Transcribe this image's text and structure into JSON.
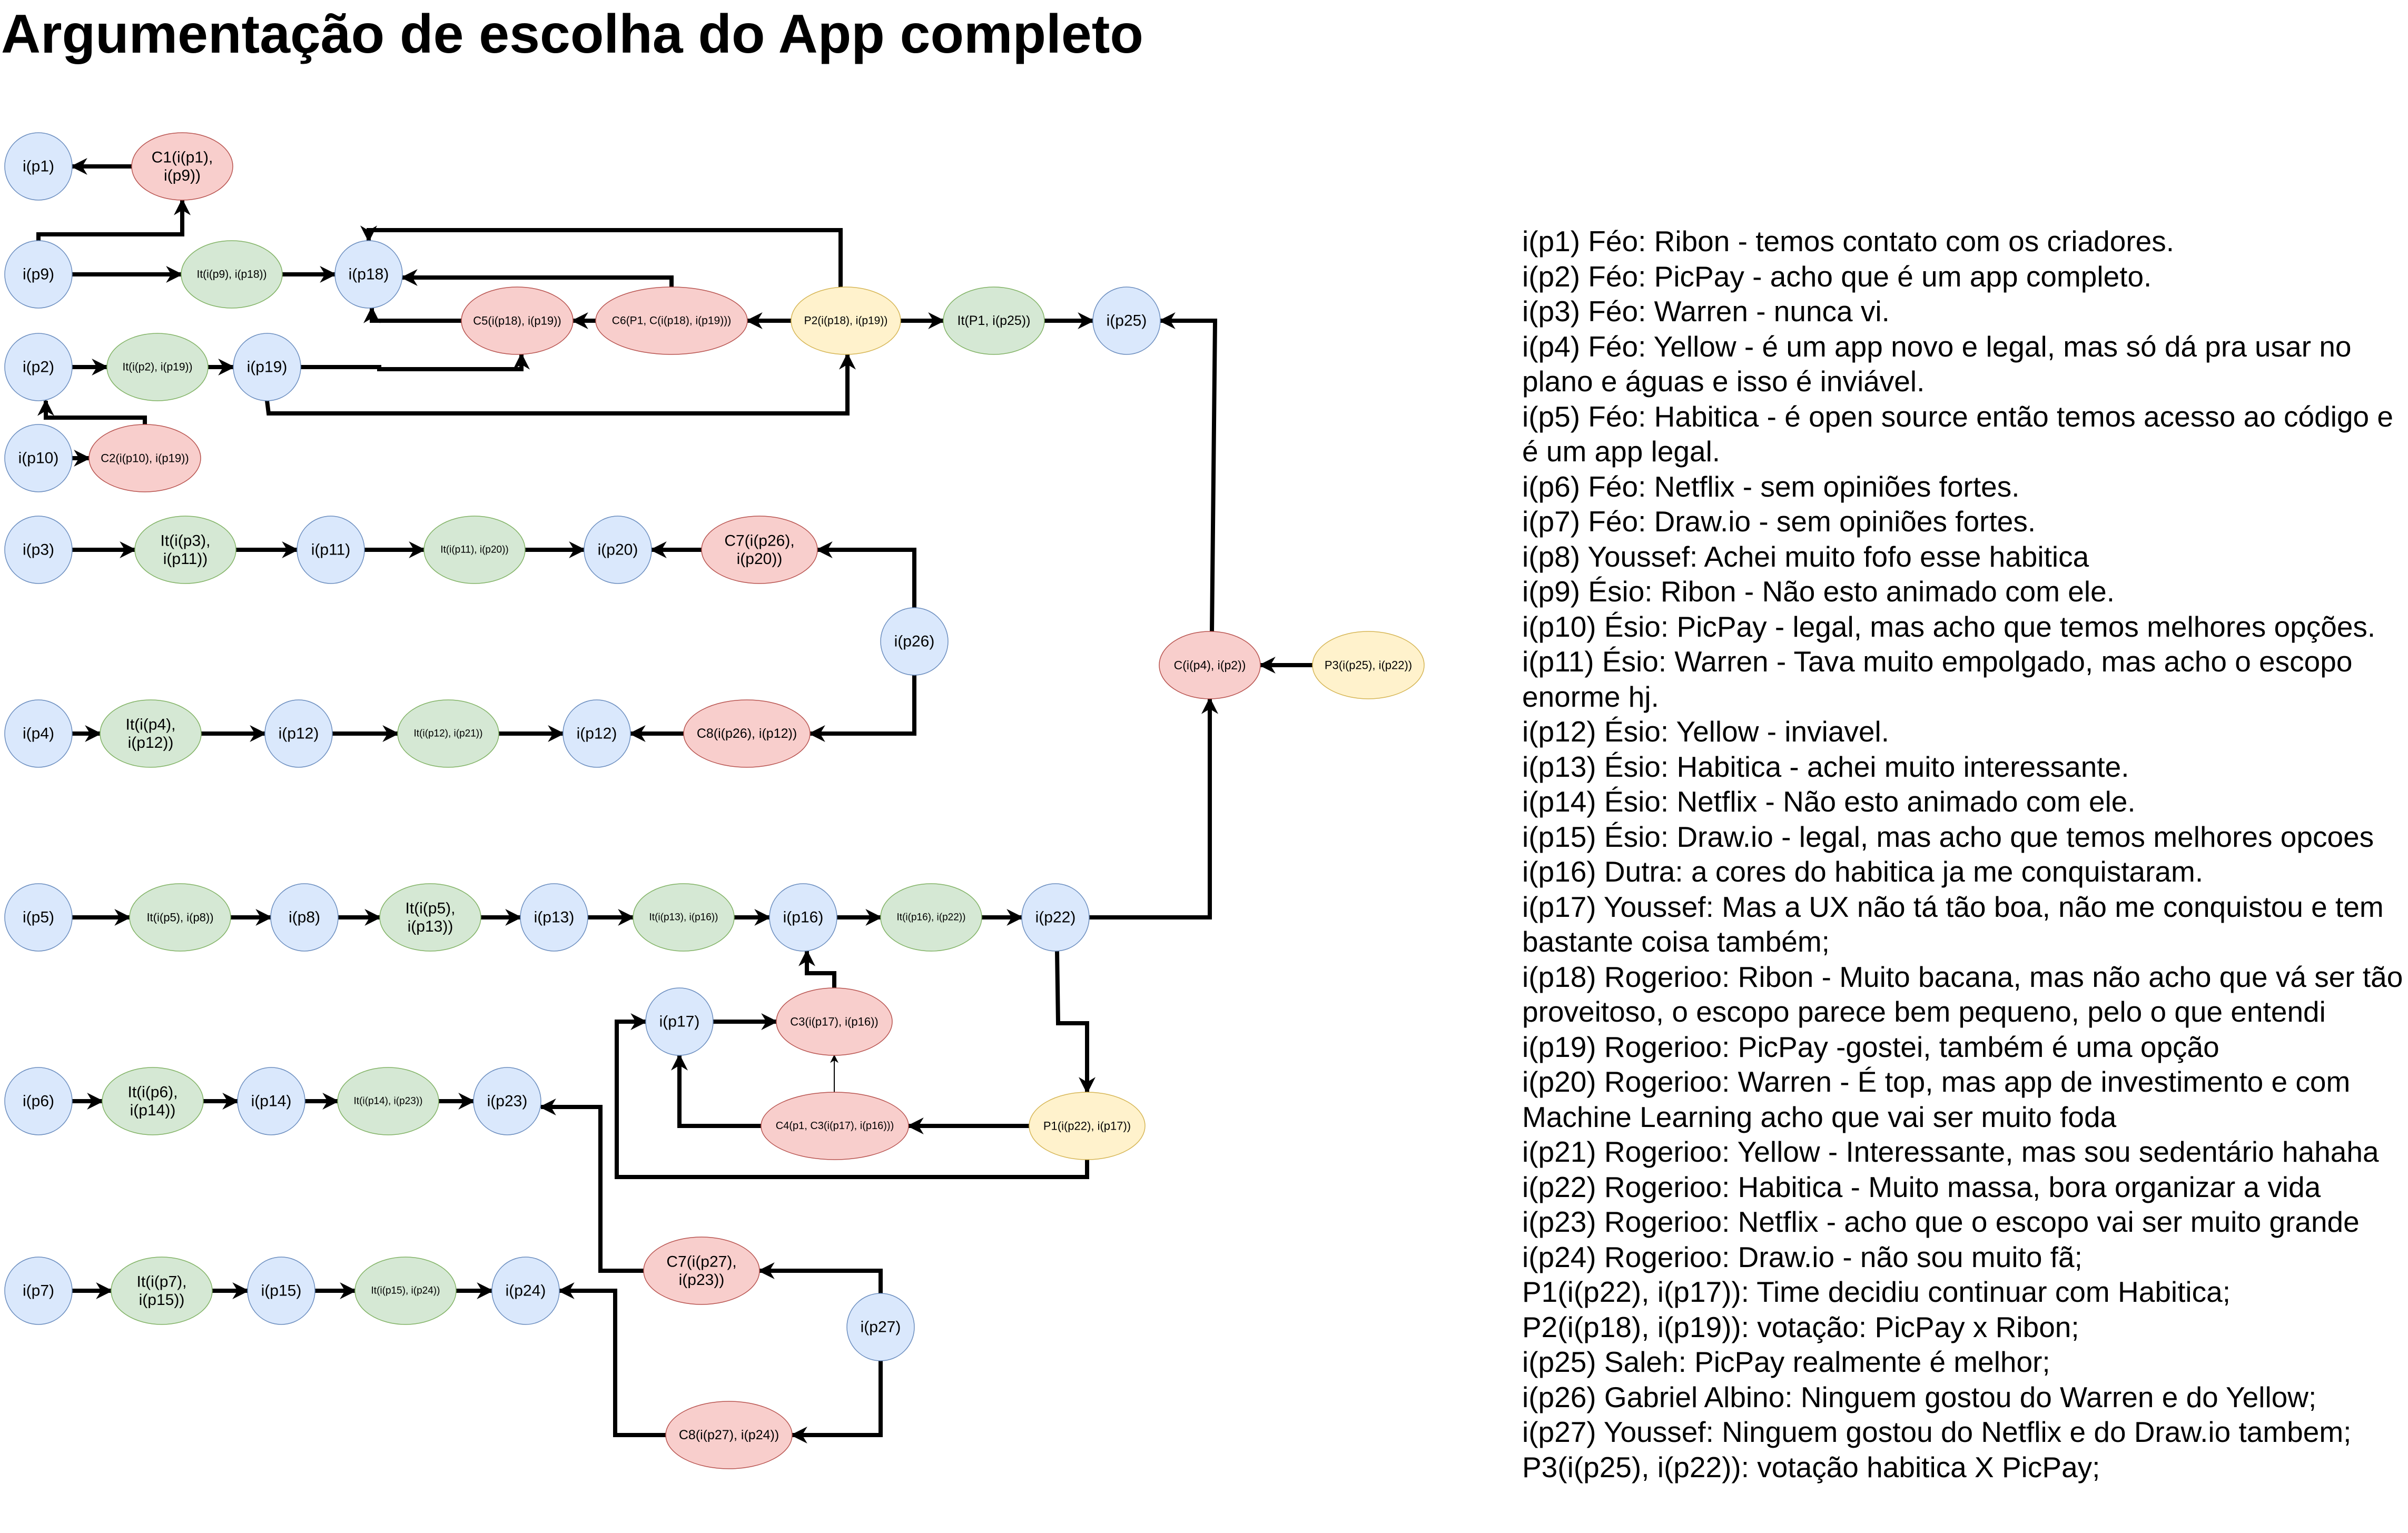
{
  "title": "Argumentação de escolha do App completo",
  "colors": {
    "info": {
      "fill": "#dae8fc",
      "stroke": "#6c8ebf"
    },
    "it": {
      "fill": "#d5e8d4",
      "stroke": "#82b366"
    },
    "conflict": {
      "fill": "#f8cecc",
      "stroke": "#b85450"
    },
    "proposal": {
      "fill": "#fff2cc",
      "stroke": "#d6b656"
    },
    "edge": "#000000"
  },
  "diagram": {
    "nodes": [
      {
        "id": "p1",
        "label": [
          "i(p1)"
        ],
        "kind": "info"
      },
      {
        "id": "c1",
        "label": [
          "C1(i(p1),",
          "i(p9))"
        ],
        "kind": "conflict"
      },
      {
        "id": "p9",
        "label": [
          "i(p9)"
        ],
        "kind": "info"
      },
      {
        "id": "it_p9_p18",
        "label": [
          "It(i(p9), i(p18))"
        ],
        "kind": "it"
      },
      {
        "id": "p18",
        "label": [
          "i(p18)"
        ],
        "kind": "info"
      },
      {
        "id": "c5",
        "label": [
          "C5(i(p18), i(p19))"
        ],
        "kind": "conflict"
      },
      {
        "id": "c6",
        "label": [
          "C6(P1, C(i(p18), i(p19)))"
        ],
        "kind": "conflict"
      },
      {
        "id": "P2",
        "label": [
          "P2(i(p18), i(p19))"
        ],
        "kind": "proposal"
      },
      {
        "id": "it_P1_p25",
        "label": [
          "It(P1, i(p25))"
        ],
        "kind": "it"
      },
      {
        "id": "p25",
        "label": [
          "i(p25)"
        ],
        "kind": "info"
      },
      {
        "id": "p2",
        "label": [
          "i(p2)"
        ],
        "kind": "info"
      },
      {
        "id": "it_p2_p19",
        "label": [
          "It(i(p2), i(p19))"
        ],
        "kind": "it"
      },
      {
        "id": "p19",
        "label": [
          "i(p19)"
        ],
        "kind": "info"
      },
      {
        "id": "p10",
        "label": [
          "i(p10)"
        ],
        "kind": "info"
      },
      {
        "id": "c2",
        "label": [
          "C2(i(p10), i(p19))"
        ],
        "kind": "conflict"
      },
      {
        "id": "p3",
        "label": [
          "i(p3)"
        ],
        "kind": "info"
      },
      {
        "id": "it_p3_p11",
        "label": [
          "It(i(p3),",
          "i(p11))"
        ],
        "kind": "it"
      },
      {
        "id": "p11",
        "label": [
          "i(p11)"
        ],
        "kind": "info"
      },
      {
        "id": "it_p11_p20",
        "label": [
          "It(i(p11), i(p20))"
        ],
        "kind": "it"
      },
      {
        "id": "p20",
        "label": [
          "i(p20)"
        ],
        "kind": "info"
      },
      {
        "id": "c7a",
        "label": [
          "C7(i(p26),",
          "i(p20))"
        ],
        "kind": "conflict"
      },
      {
        "id": "p26",
        "label": [
          "i(p26)"
        ],
        "kind": "info"
      },
      {
        "id": "p4",
        "label": [
          "i(p4)"
        ],
        "kind": "info"
      },
      {
        "id": "it_p4_p12",
        "label": [
          "It(i(p4),",
          "i(p12))"
        ],
        "kind": "it"
      },
      {
        "id": "p12a",
        "label": [
          "i(p12)"
        ],
        "kind": "info"
      },
      {
        "id": "it_p12_p21",
        "label": [
          "It(i(p12), i(p21))"
        ],
        "kind": "it"
      },
      {
        "id": "p12b",
        "label": [
          "i(p12)"
        ],
        "kind": "info"
      },
      {
        "id": "c8a",
        "label": [
          "C8(i(p26), i(p12))"
        ],
        "kind": "conflict"
      },
      {
        "id": "c_p4_p2",
        "label": [
          "C(i(p4), i(p2))"
        ],
        "kind": "conflict"
      },
      {
        "id": "P3",
        "label": [
          "P3(i(p25), i(p22))"
        ],
        "kind": "proposal"
      },
      {
        "id": "p5",
        "label": [
          "i(p5)"
        ],
        "kind": "info"
      },
      {
        "id": "it_p5_p8",
        "label": [
          "It(i(p5), i(p8))"
        ],
        "kind": "it"
      },
      {
        "id": "p8",
        "label": [
          "i(p8)"
        ],
        "kind": "info"
      },
      {
        "id": "it_p5_p13",
        "label": [
          "It(i(p5),",
          "i(p13))"
        ],
        "kind": "it"
      },
      {
        "id": "p13",
        "label": [
          "i(p13)"
        ],
        "kind": "info"
      },
      {
        "id": "it_p13_p16",
        "label": [
          "It(i(p13), i(p16))"
        ],
        "kind": "it"
      },
      {
        "id": "p16",
        "label": [
          "i(p16)"
        ],
        "kind": "info"
      },
      {
        "id": "it_p16_p22",
        "label": [
          "It(i(p16), i(p22))"
        ],
        "kind": "it"
      },
      {
        "id": "p22",
        "label": [
          "i(p22)"
        ],
        "kind": "info"
      },
      {
        "id": "p17",
        "label": [
          "i(p17)"
        ],
        "kind": "info"
      },
      {
        "id": "c3",
        "label": [
          "C3(i(p17), i(p16))"
        ],
        "kind": "conflict"
      },
      {
        "id": "c4",
        "label": [
          "C4(p1, C3(i(p17), i(p16)))"
        ],
        "kind": "conflict"
      },
      {
        "id": "P1",
        "label": [
          "P1(i(p22), i(p17))"
        ],
        "kind": "proposal"
      },
      {
        "id": "p6",
        "label": [
          "i(p6)"
        ],
        "kind": "info"
      },
      {
        "id": "it_p6_p14",
        "label": [
          "It(i(p6),",
          "i(p14))"
        ],
        "kind": "it"
      },
      {
        "id": "p14",
        "label": [
          "i(p14)"
        ],
        "kind": "info"
      },
      {
        "id": "it_p14_p23",
        "label": [
          "It(i(p14), i(p23))"
        ],
        "kind": "it"
      },
      {
        "id": "p23",
        "label": [
          "i(p23)"
        ],
        "kind": "info"
      },
      {
        "id": "p7",
        "label": [
          "i(p7)"
        ],
        "kind": "info"
      },
      {
        "id": "it_p7_p15",
        "label": [
          "It(i(p7),",
          "i(p15))"
        ],
        "kind": "it"
      },
      {
        "id": "p15",
        "label": [
          "i(p15)"
        ],
        "kind": "info"
      },
      {
        "id": "it_p15_p24",
        "label": [
          "It(i(p15), i(p24))"
        ],
        "kind": "it"
      },
      {
        "id": "p24",
        "label": [
          "i(p24)"
        ],
        "kind": "info"
      },
      {
        "id": "c7b",
        "label": [
          "C7(i(p27),",
          "i(p23))"
        ],
        "kind": "conflict"
      },
      {
        "id": "p27",
        "label": [
          "i(p27)"
        ],
        "kind": "info"
      },
      {
        "id": "c8b",
        "label": [
          "C8(i(p27), i(p24))"
        ],
        "kind": "conflict"
      }
    ],
    "edges": [
      {
        "from": "c1",
        "to": "p1"
      },
      {
        "from": "p9",
        "to": "c1"
      },
      {
        "from": "p9",
        "to": "it_p9_p18"
      },
      {
        "from": "it_p9_p18",
        "to": "p18"
      },
      {
        "from": "P2",
        "to": "p18"
      },
      {
        "from": "c6",
        "to": "p18"
      },
      {
        "from": "c5",
        "to": "p18"
      },
      {
        "from": "c6",
        "to": "c5"
      },
      {
        "from": "P2",
        "to": "c6"
      },
      {
        "from": "P2",
        "to": "it_P1_p25"
      },
      {
        "from": "it_P1_p25",
        "to": "p25"
      },
      {
        "from": "c_p4_p2",
        "to": "p25"
      },
      {
        "from": "p2",
        "to": "it_p2_p19"
      },
      {
        "from": "it_p2_p19",
        "to": "p19"
      },
      {
        "from": "p19",
        "to": "c5"
      },
      {
        "from": "p19",
        "to": "P2"
      },
      {
        "from": "c2",
        "to": "p2"
      },
      {
        "from": "p10",
        "to": "c2"
      },
      {
        "from": "p3",
        "to": "it_p3_p11"
      },
      {
        "from": "it_p3_p11",
        "to": "p11"
      },
      {
        "from": "p11",
        "to": "it_p11_p20"
      },
      {
        "from": "it_p11_p20",
        "to": "p20"
      },
      {
        "from": "c7a",
        "to": "p20"
      },
      {
        "from": "p26",
        "to": "c7a"
      },
      {
        "from": "p26",
        "to": "c8a"
      },
      {
        "from": "p4",
        "to": "it_p4_p12"
      },
      {
        "from": "it_p4_p12",
        "to": "p12a"
      },
      {
        "from": "p12a",
        "to": "it_p12_p21"
      },
      {
        "from": "it_p12_p21",
        "to": "p12b"
      },
      {
        "from": "c8a",
        "to": "p12b"
      },
      {
        "from": "P3",
        "to": "c_p4_p2"
      },
      {
        "from": "p22",
        "to": "c_p4_p2"
      },
      {
        "from": "p5",
        "to": "it_p5_p8"
      },
      {
        "from": "it_p5_p8",
        "to": "p8"
      },
      {
        "from": "p8",
        "to": "it_p5_p13"
      },
      {
        "from": "it_p5_p13",
        "to": "p13"
      },
      {
        "from": "p13",
        "to": "it_p13_p16"
      },
      {
        "from": "it_p13_p16",
        "to": "p16"
      },
      {
        "from": "p16",
        "to": "it_p16_p22"
      },
      {
        "from": "it_p16_p22",
        "to": "p22"
      },
      {
        "from": "p22",
        "to": "P1"
      },
      {
        "from": "c3",
        "to": "p16"
      },
      {
        "from": "p17",
        "to": "c3"
      },
      {
        "from": "c4",
        "to": "c3"
      },
      {
        "from": "c4",
        "to": "p17"
      },
      {
        "from": "P1",
        "to": "c4"
      },
      {
        "from": "P1",
        "to": "p17"
      },
      {
        "from": "p6",
        "to": "it_p6_p14"
      },
      {
        "from": "it_p6_p14",
        "to": "p14"
      },
      {
        "from": "p14",
        "to": "it_p14_p23"
      },
      {
        "from": "it_p14_p23",
        "to": "p23"
      },
      {
        "from": "c7b",
        "to": "p23"
      },
      {
        "from": "p7",
        "to": "it_p7_p15"
      },
      {
        "from": "it_p7_p15",
        "to": "p15"
      },
      {
        "from": "p15",
        "to": "it_p15_p24"
      },
      {
        "from": "it_p15_p24",
        "to": "p24"
      },
      {
        "from": "c8b",
        "to": "p24"
      },
      {
        "from": "p27",
        "to": "c7b"
      },
      {
        "from": "p27",
        "to": "c8b"
      }
    ]
  },
  "legend": [
    "i(p1) Féo: Ribon - temos contato com os criadores.",
    "i(p2) Féo: PicPay - acho que é um app completo.",
    "i(p3) Féo: Warren - nunca vi.",
    "i(p4) Féo: Yellow - é um app novo e legal, mas só dá pra usar no plano e águas e isso é inviável.",
    "i(p5) Féo: Habitica - é open source então temos acesso ao código e é um app legal.",
    "i(p6) Féo: Netflix - sem opiniões fortes.",
    "i(p7) Féo: Draw.io - sem opiniões fortes.",
    "i(p8) Youssef: Achei muito fofo esse habitica",
    "i(p9) Ésio: Ribon - Não esto animado com ele.",
    "i(p10) Ésio: PicPay - legal, mas acho que temos melhores opções.",
    "i(p11) Ésio: Warren - Tava muito empolgado, mas acho o escopo enorme hj.",
    "i(p12) Ésio: Yellow - inviavel.",
    "i(p13) Ésio: Habitica - achei muito interessante.",
    "i(p14) Ésio: Netflix - Não esto animado com ele.",
    "i(p15) Ésio: Draw.io - legal, mas acho que temos melhores opcoes",
    "i(p16) Dutra: a cores do habitica ja me conquistaram.",
    "i(p17) Youssef: Mas a UX não tá tão boa, não me conquistou e tem bastante coisa também;",
    "i(p18) Rogerioo: Ribon - Muito bacana, mas não acho que vá ser tão proveitoso, o escopo parece bem pequeno, pelo o que entendi",
    "i(p19) Rogerioo: PicPay -gostei, também é uma opção",
    "i(p20) Rogerioo: Warren - É top, mas app de investimento e com Machine Learning acho que vai ser muito foda",
    "i(p21) Rogerioo: Yellow - Interessante, mas sou sedentário hahaha",
    "i(p22) Rogerioo: Habitica - Muito massa, bora organizar a vida",
    "i(p23) Rogerioo: Netflix - acho que o escopo vai ser muito grande",
    "i(p24) Rogerioo: Draw.io - não sou muito fã;",
    "P1(i(p22), i(p17)): Time decidiu continuar com Habitica;",
    "P2(i(p18), i(p19)): votação: PicPay x Ribon;",
    "i(p25) Saleh: PicPay realmente é melhor;",
    "i(p26) Gabriel Albino: Ninguem gostou do Warren e do Yellow;",
    "i(p27) Youssef: Ninguem gostou do Netflix e do Draw.io tambem;",
    "P3(i(p25), i(p22)): votação habitica X PicPay;"
  ]
}
